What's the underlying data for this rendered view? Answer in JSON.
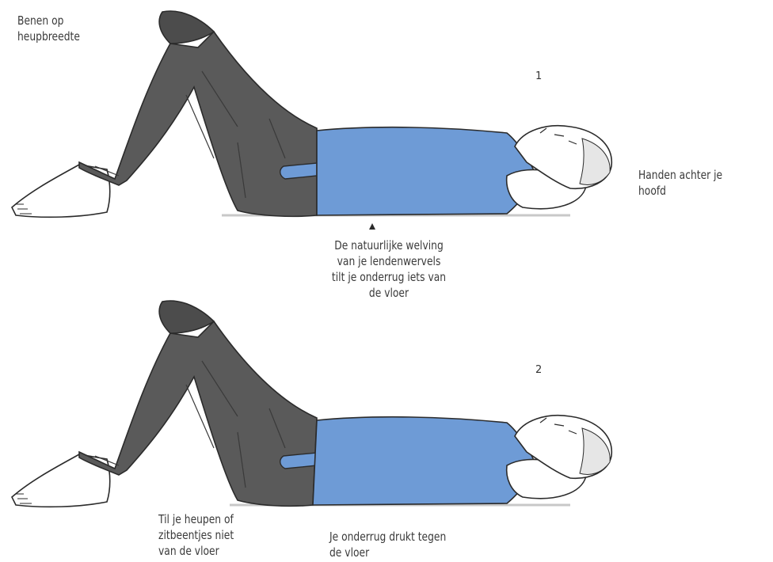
{
  "labels": {
    "hip_width": "Benen op\nheupbreedte",
    "hands": "Handen achter je hoofd",
    "natural_curve": "De natuurlijke welving\nvan je lendenwervels\ntilt je onderrug iets van\nde vloer",
    "hips": "Til je heupen of\nzitbeentjes niet\nvan de vloer",
    "lower_back": "Je onderrug drukt tegen\nde vloer"
  },
  "steps": [
    "1",
    "2"
  ],
  "colors": {
    "shirt": "#6e9bd6",
    "pants": "#5a5a5a",
    "skin": "#ffffff",
    "outline": "#2b2b2b",
    "floor": "#bfbfbf"
  }
}
